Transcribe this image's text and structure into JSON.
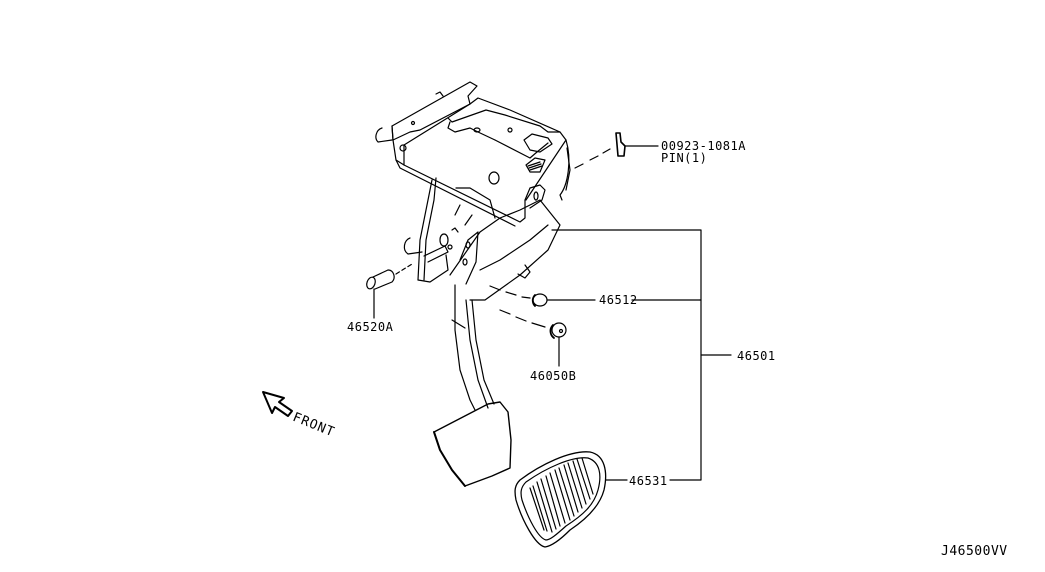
{
  "diagram": {
    "title_code": "J46500VV",
    "direction_label": "FRONT",
    "parts": [
      {
        "id": "pin",
        "part_no": "00923-1081A",
        "note": "PIN(1)"
      },
      {
        "id": "bolt",
        "part_no": "46520A"
      },
      {
        "id": "bushing",
        "part_no": "46512"
      },
      {
        "id": "nut",
        "part_no": "46050B"
      },
      {
        "id": "pedal_assy",
        "part_no": "46501"
      },
      {
        "id": "pedal_pad",
        "part_no": "46531"
      }
    ]
  },
  "colors": {
    "line": "#000000",
    "background": "#ffffff"
  }
}
